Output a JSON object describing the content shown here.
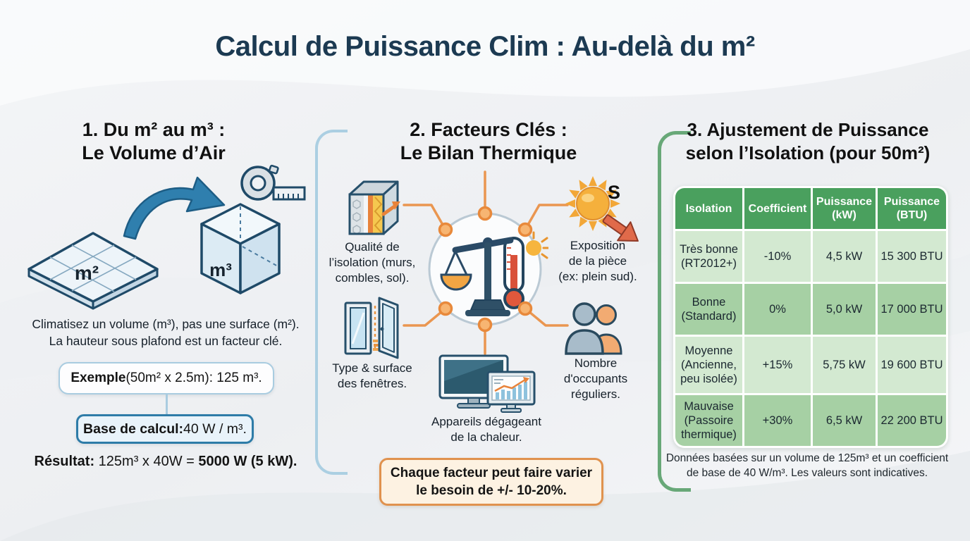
{
  "title": "Calcul de Puissance Clim : Au-delà du m²",
  "section1": {
    "heading": "1. Du m² au m³ :\nLe Volume d’Air",
    "floor_label": "m²",
    "cube_label": "m³",
    "desc": "Climatisez un volume (m³), pas une surface (m²).\nLa hauteur sous plafond est un facteur clé.",
    "example_bold": "Exemple",
    "example_rest": " (50m² x 2.5m): 125 m³.",
    "base_bold": "Base de calcul:",
    "base_rest": " 40 W / m³.",
    "result_bold": "Résultat:",
    "result_mid": " 125m³ x 40W = ",
    "result_strong": "5000 W (5 kW)."
  },
  "section2": {
    "heading": "2. Facteurs Clés :\nLe Bilan Thermique",
    "sun_letter": "S",
    "factors": [
      {
        "label": "Qualité de\nl’isolation (murs,\ncombles, sol)."
      },
      {
        "label": "Exposition\nde la pièce\n(ex: plein sud)."
      },
      {
        "label": "Type & surface\ndes fenêtres."
      },
      {
        "label": "Nombre\nd'occupants\nréguliers."
      },
      {
        "label": "Appareils dégageant\nde la chaleur."
      }
    ],
    "warning": "Chaque facteur peut faire varier\nle besoin de +/- 10-20%."
  },
  "section3": {
    "heading": "3. Ajustement de Puissance\nselon l’Isolation (pour 50m²)",
    "table": {
      "headers": [
        "Isolation",
        "Coefficient",
        "Puissance (kW)",
        "Puissance (BTU)"
      ],
      "rows": [
        [
          "Très bonne (RT2012+)",
          "-10%",
          "4,5 kW",
          "15 300 BTU"
        ],
        [
          "Bonne (Standard)",
          "0%",
          "5,0 kW",
          "17 000 BTU"
        ],
        [
          "Moyenne (Ancienne, peu isolée)",
          "+15%",
          "5,75 kW",
          "19 600 BTU"
        ],
        [
          "Mauvaise (Passoire thermique)",
          "+30%",
          "6,5 kW",
          "22 200 BTU"
        ]
      ]
    },
    "footnote": "Données basées sur un volume de 125m³ et un coefficient\nde base de 40 W/m³. Les valeurs sont indicatives."
  },
  "colors": {
    "title_navy": "#1c3a52",
    "accent_blue": "#2f7fae",
    "bracket_blue": "#abcfe2",
    "bracket_green": "#68a878",
    "table_header_green": "#4aa05e",
    "row_light_green": "#d3e9d1",
    "row_medium_green": "#a6d0a4",
    "connector_orange": "#ea9650",
    "warning_border_orange": "#e0924e",
    "warning_bg": "#fdf2e2",
    "base_box_border": "#2e7ca8"
  }
}
